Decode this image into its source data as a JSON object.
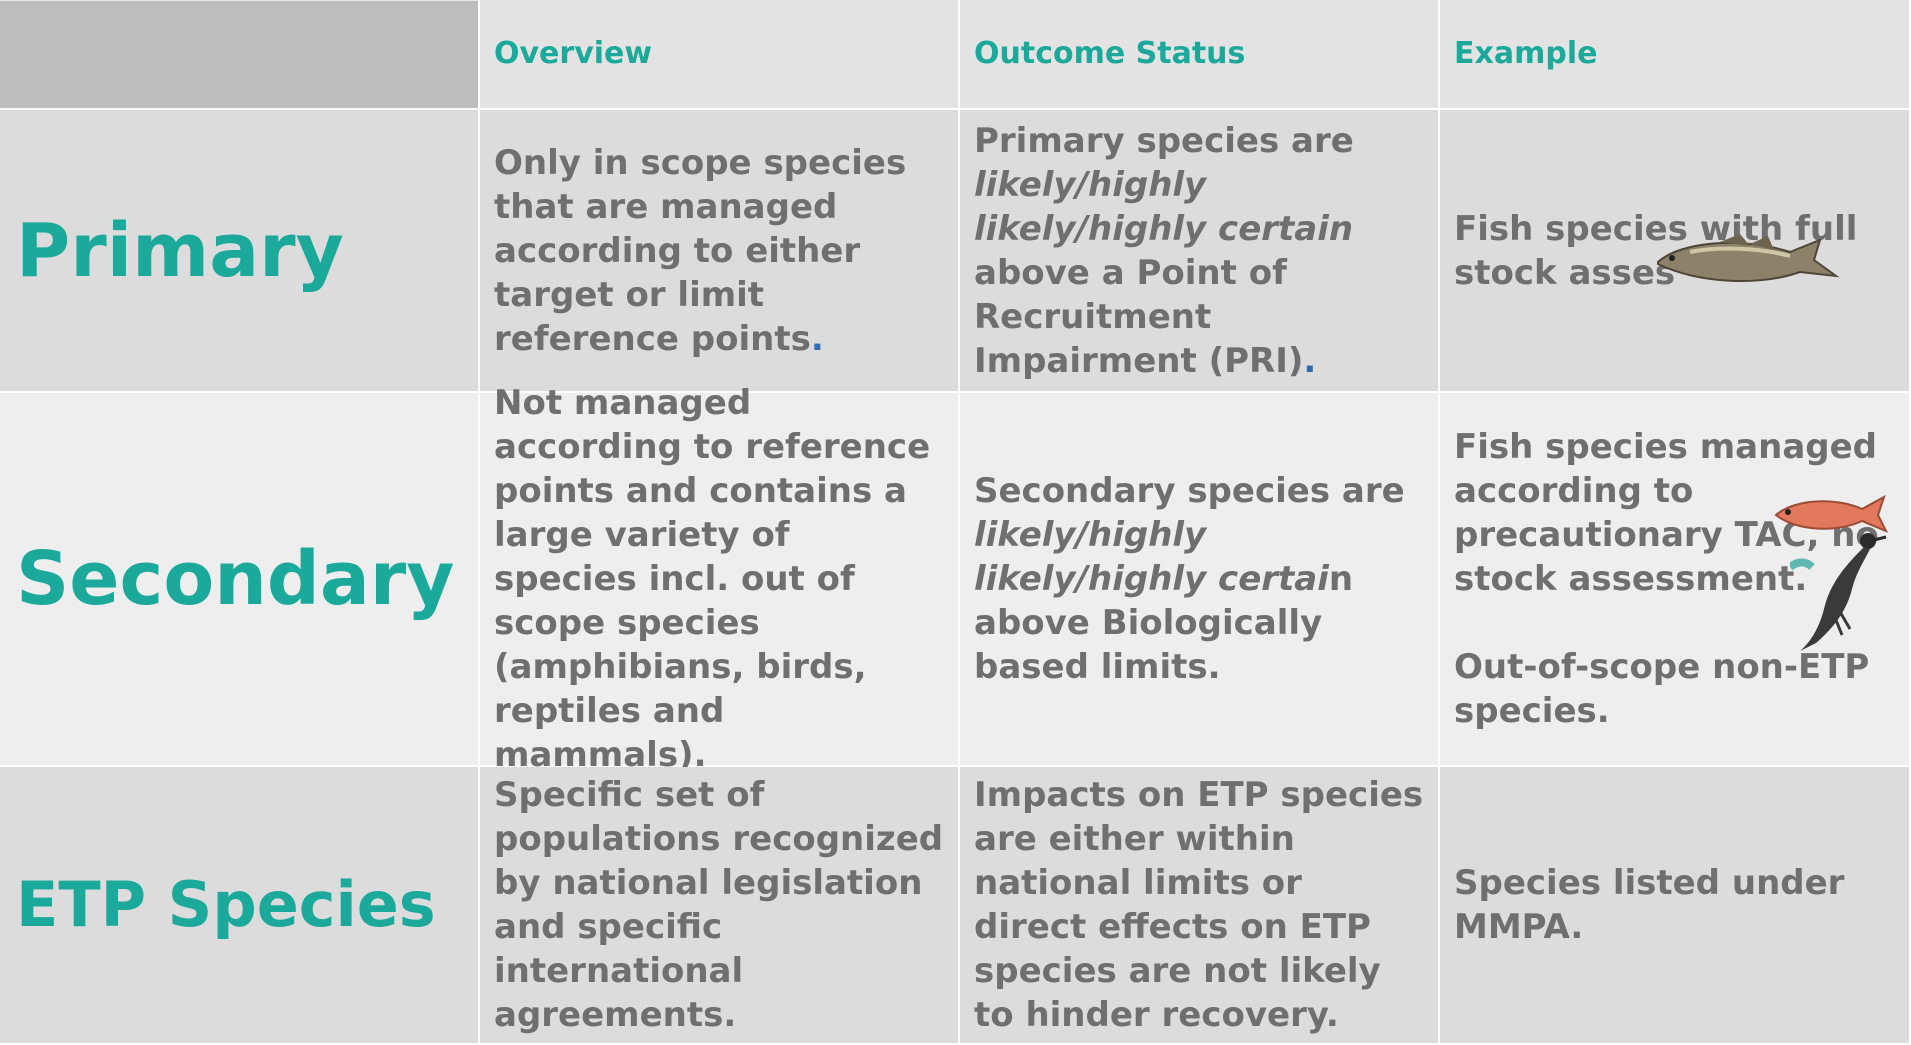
{
  "header": {
    "col1": "Overview",
    "col2": "Outcome Status",
    "col3": "Example"
  },
  "rows": [
    {
      "label": "Primary",
      "overview": "Only in scope species that are managed according to either target or limit reference points",
      "overview_end": ".",
      "status_a": "Primary species are ",
      "status_b": "likely/highly likely/highly certain",
      "status_c": " above a Point of Recruitment Impairment (PRI)",
      "status_end": ".",
      "example": "Fish species with full stock asses"
    },
    {
      "label": "Secondary",
      "overview": "Not managed according to reference points and contains a large variety of species incl. out of scope species (amphibians, birds, reptiles and mammals).",
      "status_a": "Secondary species are ",
      "status_b": "likely/highly likely/highly certai",
      "status_c": "n above Biologically based limits.",
      "example": "Fish species managed according to precautionary TAC, no stock assessment.",
      "example2": "Out-of-scope non-ETP species."
    },
    {
      "label": "ETP Species",
      "overview": "Specific set of populations recognized by national legislation and specific international agreements.",
      "status": "Impacts on ETP species are either within national limits or direct effects on ETP species are not likely to hinder recovery.",
      "example": "Species listed under MMPA."
    }
  ],
  "colors": {
    "accent": "#1aa99a",
    "text": "#6f6f6f",
    "row_dark": "#dcdcdc",
    "row_light": "#eeeeee",
    "corner": "#bdbdbd"
  },
  "icons": [
    "cod-fish-image",
    "red-fish-image",
    "cormorant-bird-image"
  ]
}
